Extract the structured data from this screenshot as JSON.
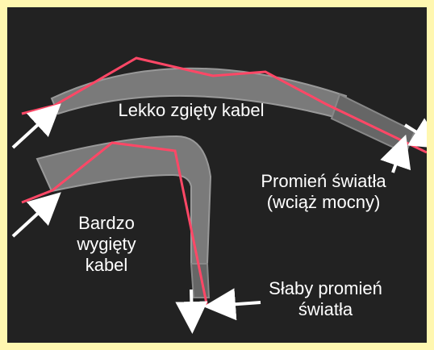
{
  "labels": {
    "gently_bent": "Lekko zgięty kabel",
    "strongly_bent": "Bardzo\nwygięty\nkabel",
    "strong_ray": "Promień światła\n(wciąż mocny)",
    "weak_ray": "Słaby promień\nświatła"
  },
  "colors": {
    "frame": "#fff7b0",
    "background": "#222222",
    "cable": "#7b7b7b",
    "ray": "#ff3b5c",
    "arrow": "#ffffff"
  }
}
